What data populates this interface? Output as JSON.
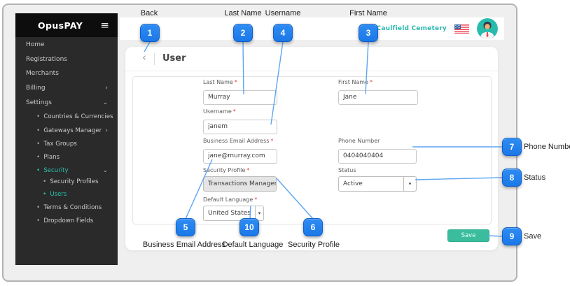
{
  "icons": {
    "menu": "≡",
    "back": "‹",
    "chevron_right": "›",
    "chevron_down": "⌄",
    "dropdown_arrow": "▾",
    "bullet": "•",
    "required_mark": "*"
  },
  "colors": {
    "accent_teal": "#2bbfae",
    "badge_blue": "#1a78e8",
    "save_green": "#3abc9d",
    "sidebar_dark": "#2a2a2a"
  },
  "app": {
    "brand": "OpusPAY",
    "topbar": {
      "merchant": "Caulfield Cemetery"
    },
    "sidebar": {
      "items": [
        {
          "label": "Home"
        },
        {
          "label": "Registrations"
        },
        {
          "label": "Merchants"
        },
        {
          "label": "Billing"
        },
        {
          "label": "Settings"
        },
        {
          "label": "Countries & Currencies"
        },
        {
          "label": "Gateways Manager"
        },
        {
          "label": "Tax Groups"
        },
        {
          "label": "Plans"
        },
        {
          "label": "Security"
        },
        {
          "label": "Security Profiles"
        },
        {
          "label": "Users"
        },
        {
          "label": "Terms & Conditions"
        },
        {
          "label": "Dropdown Fields"
        }
      ]
    },
    "page": {
      "title": "User"
    },
    "form": {
      "last_name": {
        "label": "Last Name",
        "value": "Murray"
      },
      "username": {
        "label": "Username",
        "value": "janem"
      },
      "business_email": {
        "label": "Business Email Address",
        "value": "jane@murray.com"
      },
      "security_profile": {
        "label": "Security Profile",
        "value": "Transactions Manager"
      },
      "default_language": {
        "label": "Default Language",
        "value": "United States"
      },
      "first_name": {
        "label": "First Name",
        "value": "Jane"
      },
      "phone_number": {
        "label": "Phone Number",
        "value": "0404040404"
      },
      "status": {
        "label": "Status",
        "value": "Active"
      },
      "save_label": "Save"
    }
  },
  "callouts": {
    "items": [
      {
        "num": "1",
        "label": "Back"
      },
      {
        "num": "2",
        "label": "Last Name"
      },
      {
        "num": "4",
        "label": "Username"
      },
      {
        "num": "3",
        "label": "First Name"
      },
      {
        "num": "5",
        "label": "Business Email Address"
      },
      {
        "num": "10",
        "label": "Default Language"
      },
      {
        "num": "6",
        "label": "Security Profile"
      },
      {
        "num": "7",
        "label": "Phone Number"
      },
      {
        "num": "8",
        "label": "Status"
      },
      {
        "num": "9",
        "label": "Save"
      }
    ]
  }
}
